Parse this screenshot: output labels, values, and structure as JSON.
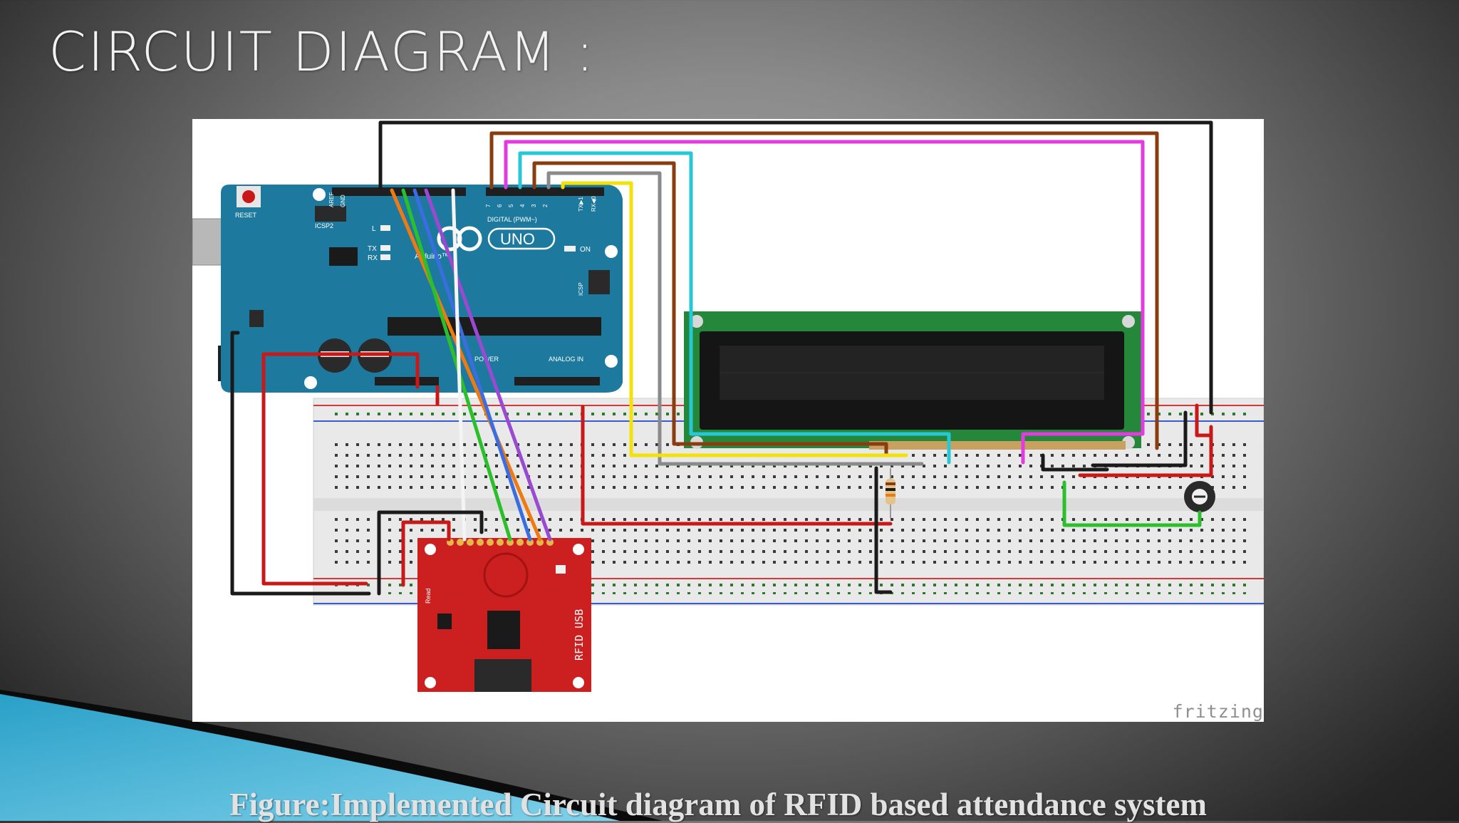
{
  "slide": {
    "title": "CIRCUIT DIAGRAM :",
    "caption": "Figure:Implemented Circuit diagram of RFID based attendance system"
  },
  "figure": {
    "watermark": "fritzing",
    "arduino": {
      "reset_label": "RESET",
      "icsp2_label": "ICSP2",
      "icsp_label": "ICSP",
      "logo_text": "UNO",
      "brand_text": "Arduino™",
      "digital_label": "DIGITAL (PWM~)",
      "power_label": "POWER",
      "analog_label": "ANALOG IN",
      "on_label": "ON",
      "l_label": "L",
      "tx_label": "TX",
      "rx_label": "RX",
      "aref_label": "AREF",
      "gnd_label": "GND",
      "pin_labels": [
        "7",
        "6",
        "5",
        "4",
        "3",
        "2",
        "TX▶1",
        "RX◀0"
      ]
    },
    "rfid": {
      "board_label": "RFID USB",
      "read_label": "Read"
    }
  },
  "colors": {
    "arduino": "#1d7a9e",
    "lcd_pcb": "#24873a",
    "rfid_board": "#cc2020",
    "wire_black": "#1a1a1a",
    "wire_red": "#c81818",
    "wire_brown": "#8a3c0e",
    "wire_magenta": "#e23be0",
    "wire_cyan": "#26c8d8",
    "wire_yellow": "#f2e20a",
    "wire_gray": "#8a8a8a",
    "wire_green": "#2bbf2b",
    "wire_orange": "#f07a12",
    "wire_blue": "#3a6ee0",
    "wire_purple": "#9a4ad0",
    "wire_white": "#f4f4f4"
  }
}
